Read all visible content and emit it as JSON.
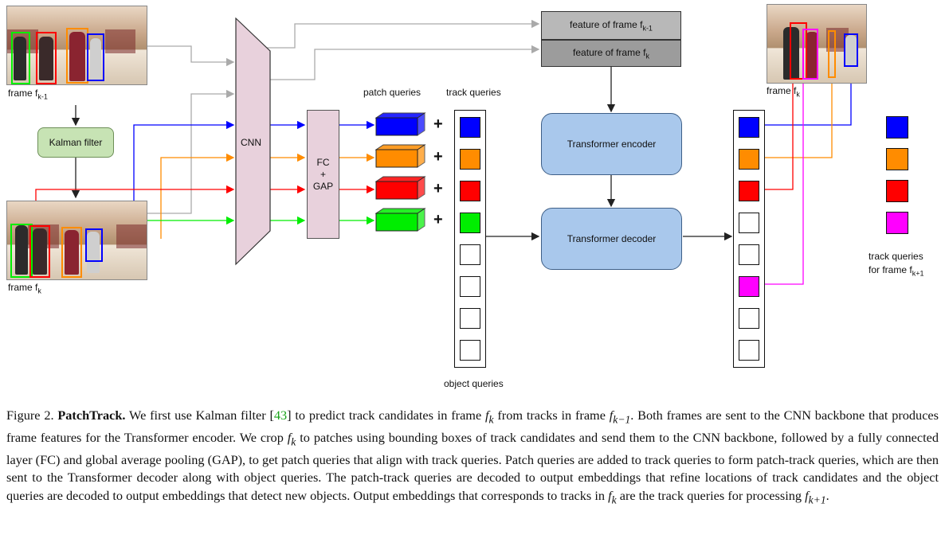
{
  "diagram": {
    "labels": {
      "frame_prev": "frame f",
      "frame_prev_sub": "k-1",
      "frame_cur": "frame f",
      "frame_cur_sub": "k",
      "frame_right": "frame f",
      "frame_right_sub": "k",
      "kalman": "Kalman filter",
      "cnn": "CNN",
      "fc": "FC",
      "plus": "+",
      "gap": "GAP",
      "patch_queries": "patch queries",
      "track_queries": "track queries",
      "object_queries": "object queries",
      "feature_prev": "feature of frame f",
      "feature_prev_sub": "k-1",
      "feature_cur": "feature of frame f",
      "feature_cur_sub": "k",
      "encoder": "Transformer encoder",
      "decoder": "Transformer decoder",
      "next_queries_line1": "track queries",
      "next_queries_line2": "for frame f",
      "next_queries_sub": "k+1",
      "plus_sign": "+"
    },
    "colors": {
      "blue": "#0000ff",
      "orange": "#ff8c00",
      "red": "#ff0000",
      "green": "#00ee00",
      "magenta": "#ff00ff",
      "gray_arrow": "#aaaaaa",
      "kalman_fill": "#c7e3b4",
      "transformer_fill": "#a9c8ec",
      "cnn_fill": "#e8d1dc",
      "feature_fill": "#a9a9a9"
    },
    "track_query_colors": [
      "blue",
      "orange",
      "red",
      "green"
    ],
    "object_query_count": 4,
    "output_colors": [
      "blue",
      "orange",
      "red",
      "white",
      "white",
      "magenta",
      "white",
      "white"
    ],
    "next_query_colors": [
      "blue",
      "orange",
      "red",
      "magenta"
    ]
  },
  "caption": {
    "prefix": "Figure 2.",
    "title": "PatchTrack.",
    "s1a": "We first use Kalman filter",
    "cite": "43",
    "s1b": "to predict track candidates in frame",
    "s1c": "from tracks in frame",
    "s1d": ". Both frames are sent to the CNN backbone that produces frame features for the Transformer encoder. We crop",
    "s1e": "to patches using bounding boxes of track candidates and send them to the CNN backbone, followed by a fully connected layer (FC) and global average pooling (GAP), to get patch queries that align with track queries. Patch queries are added to track queries to form patch-track queries, which are then sent to the Transformer decoder along with object queries. The patch-track queries are decoded to output embeddings that refine locations of track candidates and the object queries are decoded to output embeddings that detect new objects. Output embeddings that corresponds to tracks in",
    "s1f": "are the track queries for processing",
    "end": ".",
    "f": "f",
    "k": "k",
    "km1": "k−1",
    "kp1": "k+1"
  }
}
